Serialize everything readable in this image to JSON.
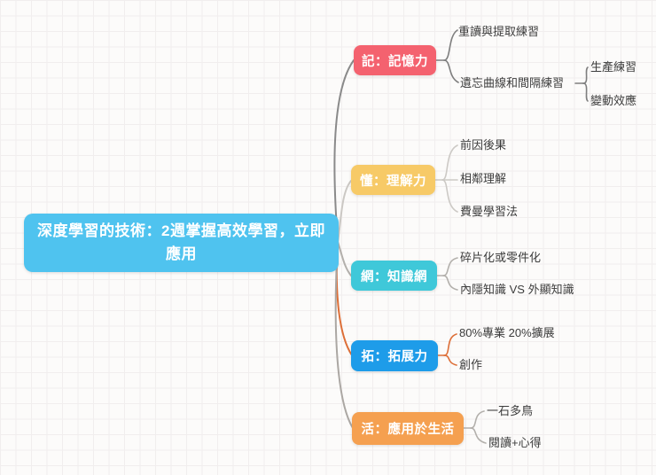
{
  "canvas": {
    "background": "#fcfbfa",
    "grid_color": "#f1eeee"
  },
  "root": {
    "label": "深度學習的技術：2週掌握高效學習，立即應用",
    "color": "#4fc3ef",
    "text_color": "#ffffff",
    "trunk_color": "#b3aca0"
  },
  "branches": [
    {
      "label": "記：記憶力",
      "color": "#f4626f",
      "line_color": "#8a8a8a",
      "sub_line_color": "#7e7e7e",
      "children": [
        {
          "label": "重讀與提取練習"
        },
        {
          "label": "遺忘曲線和間隔練習",
          "children": [
            {
              "label": "生產練習"
            },
            {
              "label": "變動效應"
            }
          ]
        }
      ]
    },
    {
      "label": "懂：理解力",
      "color": "#f7ca67",
      "line_color": "#cbc8c4",
      "sub_line_color": "#ccc9c5",
      "children": [
        {
          "label": "前因後果"
        },
        {
          "label": "相鄰理解"
        },
        {
          "label": "費曼學習法"
        }
      ]
    },
    {
      "label": "網：知識網",
      "color": "#3fc8d9",
      "line_color": "#b3b0ac",
      "sub_line_color": "#b3b0ac",
      "children": [
        {
          "label": "碎片化或零件化"
        },
        {
          "label": "內隱知識 VS 外顯知識"
        }
      ]
    },
    {
      "label": "拓：拓展力",
      "color": "#1e9ce9",
      "line_color": "#dd6f38",
      "sub_line_color": "#dd6f38",
      "children": [
        {
          "label": "80%專業 20%擴展"
        },
        {
          "label": "創作"
        }
      ]
    },
    {
      "label": "活：應用於生活",
      "color": "#f5a050",
      "line_color": "#aba7a3",
      "sub_line_color": "#b3b0ac",
      "children": [
        {
          "label": "一石多鳥"
        },
        {
          "label": "閱讀+心得"
        }
      ]
    }
  ]
}
